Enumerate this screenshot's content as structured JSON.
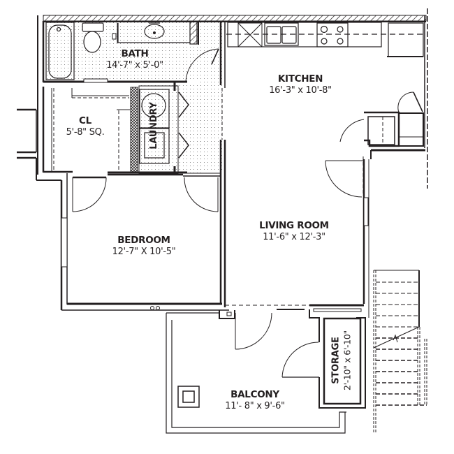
{
  "plan": {
    "title": "Apartment floor plan",
    "line_color": "#231f20",
    "rooms": [
      {
        "id": "bath",
        "name": "BATH",
        "dimensions": "14'-7\" x 5'-0\""
      },
      {
        "id": "kitchen",
        "name": "KITCHEN",
        "dimensions": "16'-3\" x 10'-8\""
      },
      {
        "id": "closet",
        "name": "CL",
        "dimensions": "5'-8\" SQ."
      },
      {
        "id": "laundry",
        "name": "LAUNDRY",
        "dimensions": ""
      },
      {
        "id": "bedroom",
        "name": "BEDROOM",
        "dimensions": "12'-7\"  X 10'-5\""
      },
      {
        "id": "living",
        "name": "LIVING ROOM",
        "dimensions": "11'-6\" x 12'-3\""
      },
      {
        "id": "storage",
        "name": "STORAGE",
        "dimensions": "2'-10\" x 6'-10\""
      },
      {
        "id": "balcony",
        "name": "BALCONY",
        "dimensions": "11'- 8\" x 9'-6\""
      }
    ],
    "fixtures": [
      "bathtub-icon",
      "toilet-icon",
      "bath-sink-icon",
      "dishwasher-icon",
      "kitchen-sink-icon",
      "range-icon",
      "refrigerator-icon",
      "washer-icon",
      "dryer-icon",
      "stairs-icon",
      "hvac-unit-icon"
    ]
  }
}
